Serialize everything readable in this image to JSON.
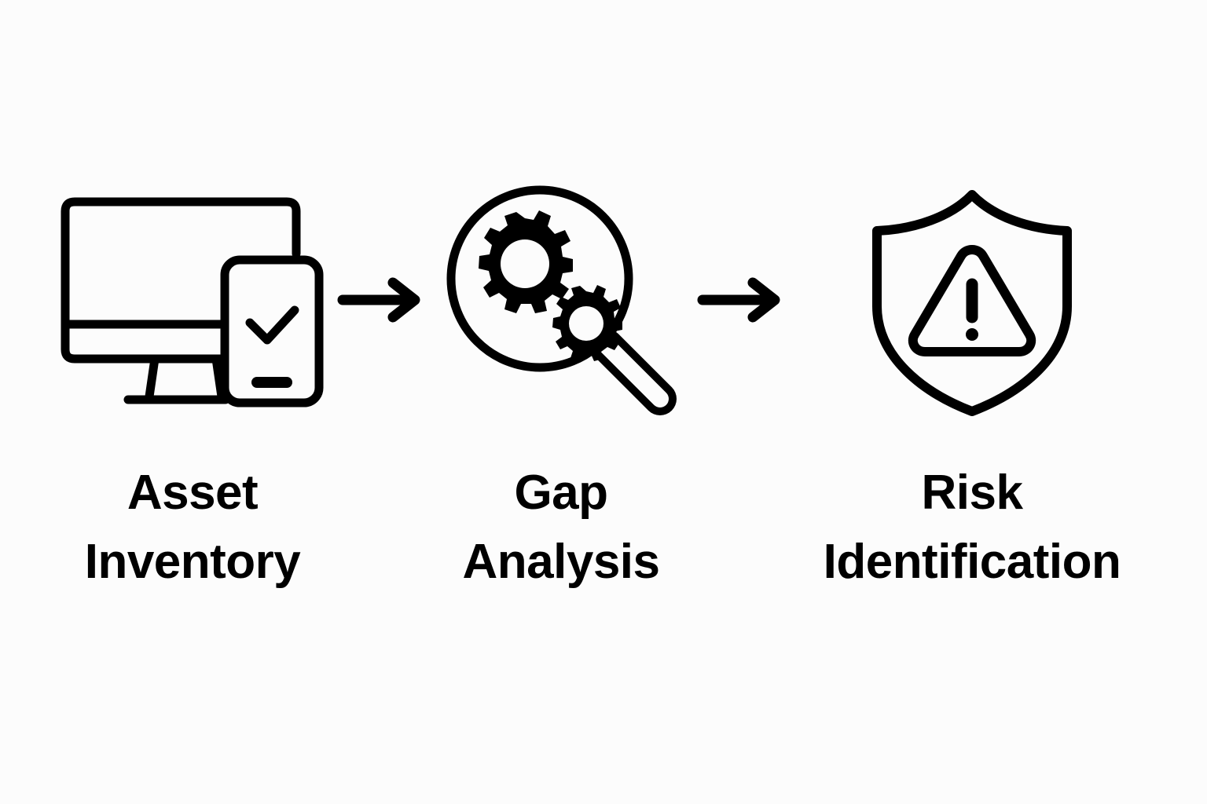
{
  "diagram": {
    "type": "process-flow",
    "orientation": "horizontal",
    "background_color": "#fcfcfc",
    "stroke_color": "#000000",
    "text_color": "#000000",
    "stage_count": 3,
    "connector_count": 2,
    "stages": [
      {
        "index": 1,
        "label": "Asset\nInventory",
        "label_line_1": "Asset",
        "label_line_2": "Inventory",
        "icon": "devices-monitor-phone-check-icon",
        "icon_parts": [
          "desktop-monitor",
          "monitor-stand",
          "smartphone",
          "checkmark",
          "home-indicator-bar"
        ]
      },
      {
        "index": 2,
        "label": "Gap\nAnalysis",
        "label_line_1": "Gap",
        "label_line_2": "Analysis",
        "icon": "magnifier-gears-icon",
        "icon_parts": [
          "magnifier-lens-circle",
          "magnifier-handle",
          "gear-large",
          "gear-small"
        ]
      },
      {
        "index": 3,
        "label": "Risk\nIdentification",
        "label_line_1": "Risk",
        "label_line_2": "Identification",
        "icon": "shield-warning-icon",
        "icon_parts": [
          "shield-outline",
          "warning-triangle",
          "exclamation-bar",
          "exclamation-dot"
        ]
      }
    ],
    "connectors": [
      {
        "index": 1,
        "icon": "arrow-right-icon",
        "from": "Asset Inventory",
        "to": "Gap Analysis"
      },
      {
        "index": 2,
        "icon": "arrow-right-icon",
        "from": "Gap Analysis",
        "to": "Risk Identification"
      }
    ]
  }
}
